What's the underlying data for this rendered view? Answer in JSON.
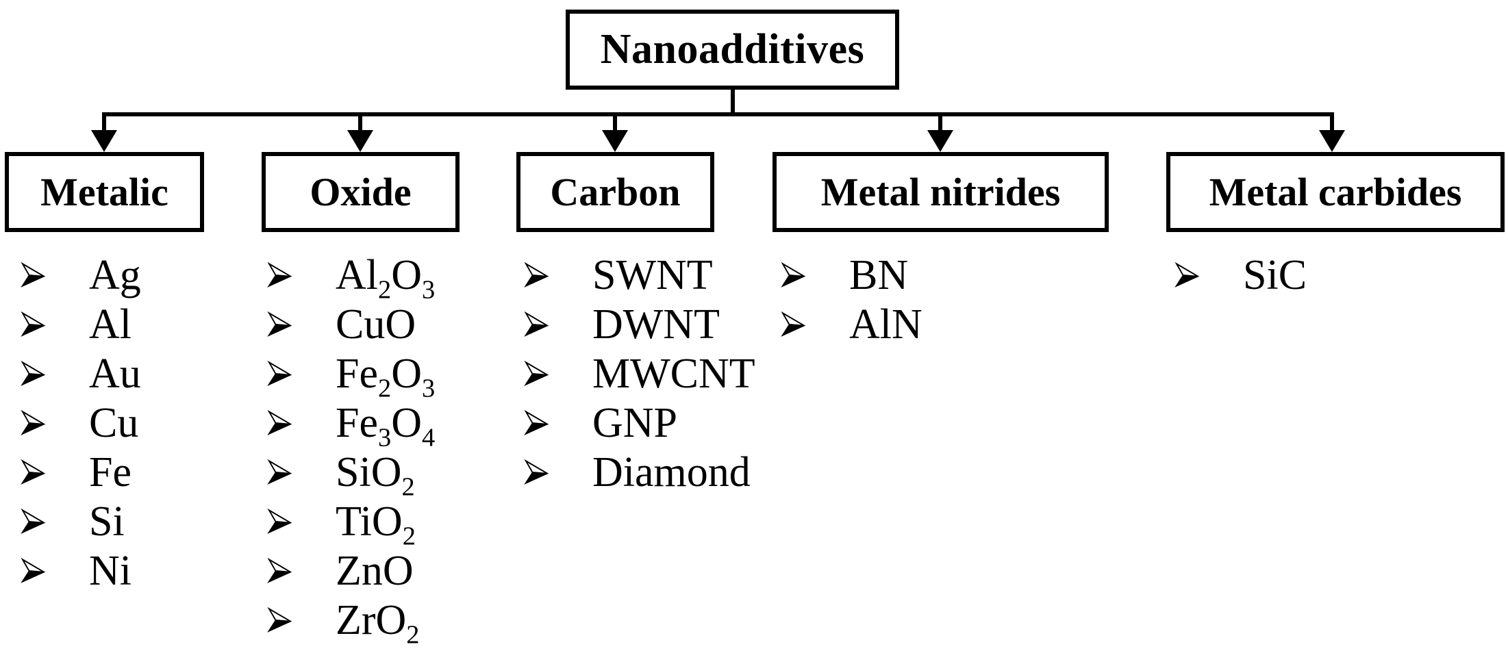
{
  "diagram": {
    "type": "hierarchy-tree",
    "root": {
      "label": "Nanoadditives"
    },
    "categories": [
      {
        "label": "Metalic",
        "items": [
          "Ag",
          "Al",
          "Au",
          "Cu",
          "Fe",
          "Si",
          "Ni"
        ]
      },
      {
        "label": "Oxide",
        "items": [
          "Al_2O_3",
          "CuO",
          "Fe_2O_3",
          "Fe_3O_4",
          "SiO_2",
          "TiO_2",
          "ZnO",
          "ZrO_2"
        ]
      },
      {
        "label": "Carbon",
        "items": [
          "SWNT",
          "DWNT",
          "MWCNT",
          "GNP",
          "Diamond"
        ]
      },
      {
        "label": "Metal nitrides",
        "items": [
          "BN",
          "AlN"
        ]
      },
      {
        "label": "Metal carbides",
        "items": [
          "SiC"
        ]
      }
    ],
    "format": {
      "subscript_encoding": "underscore before a digit marks that digit as subscript"
    },
    "icons": {
      "bullet": "three-d-arrowhead-right ➢"
    },
    "colors": {
      "background": "#ffffff",
      "line": "#000000",
      "text": "#000000"
    }
  }
}
